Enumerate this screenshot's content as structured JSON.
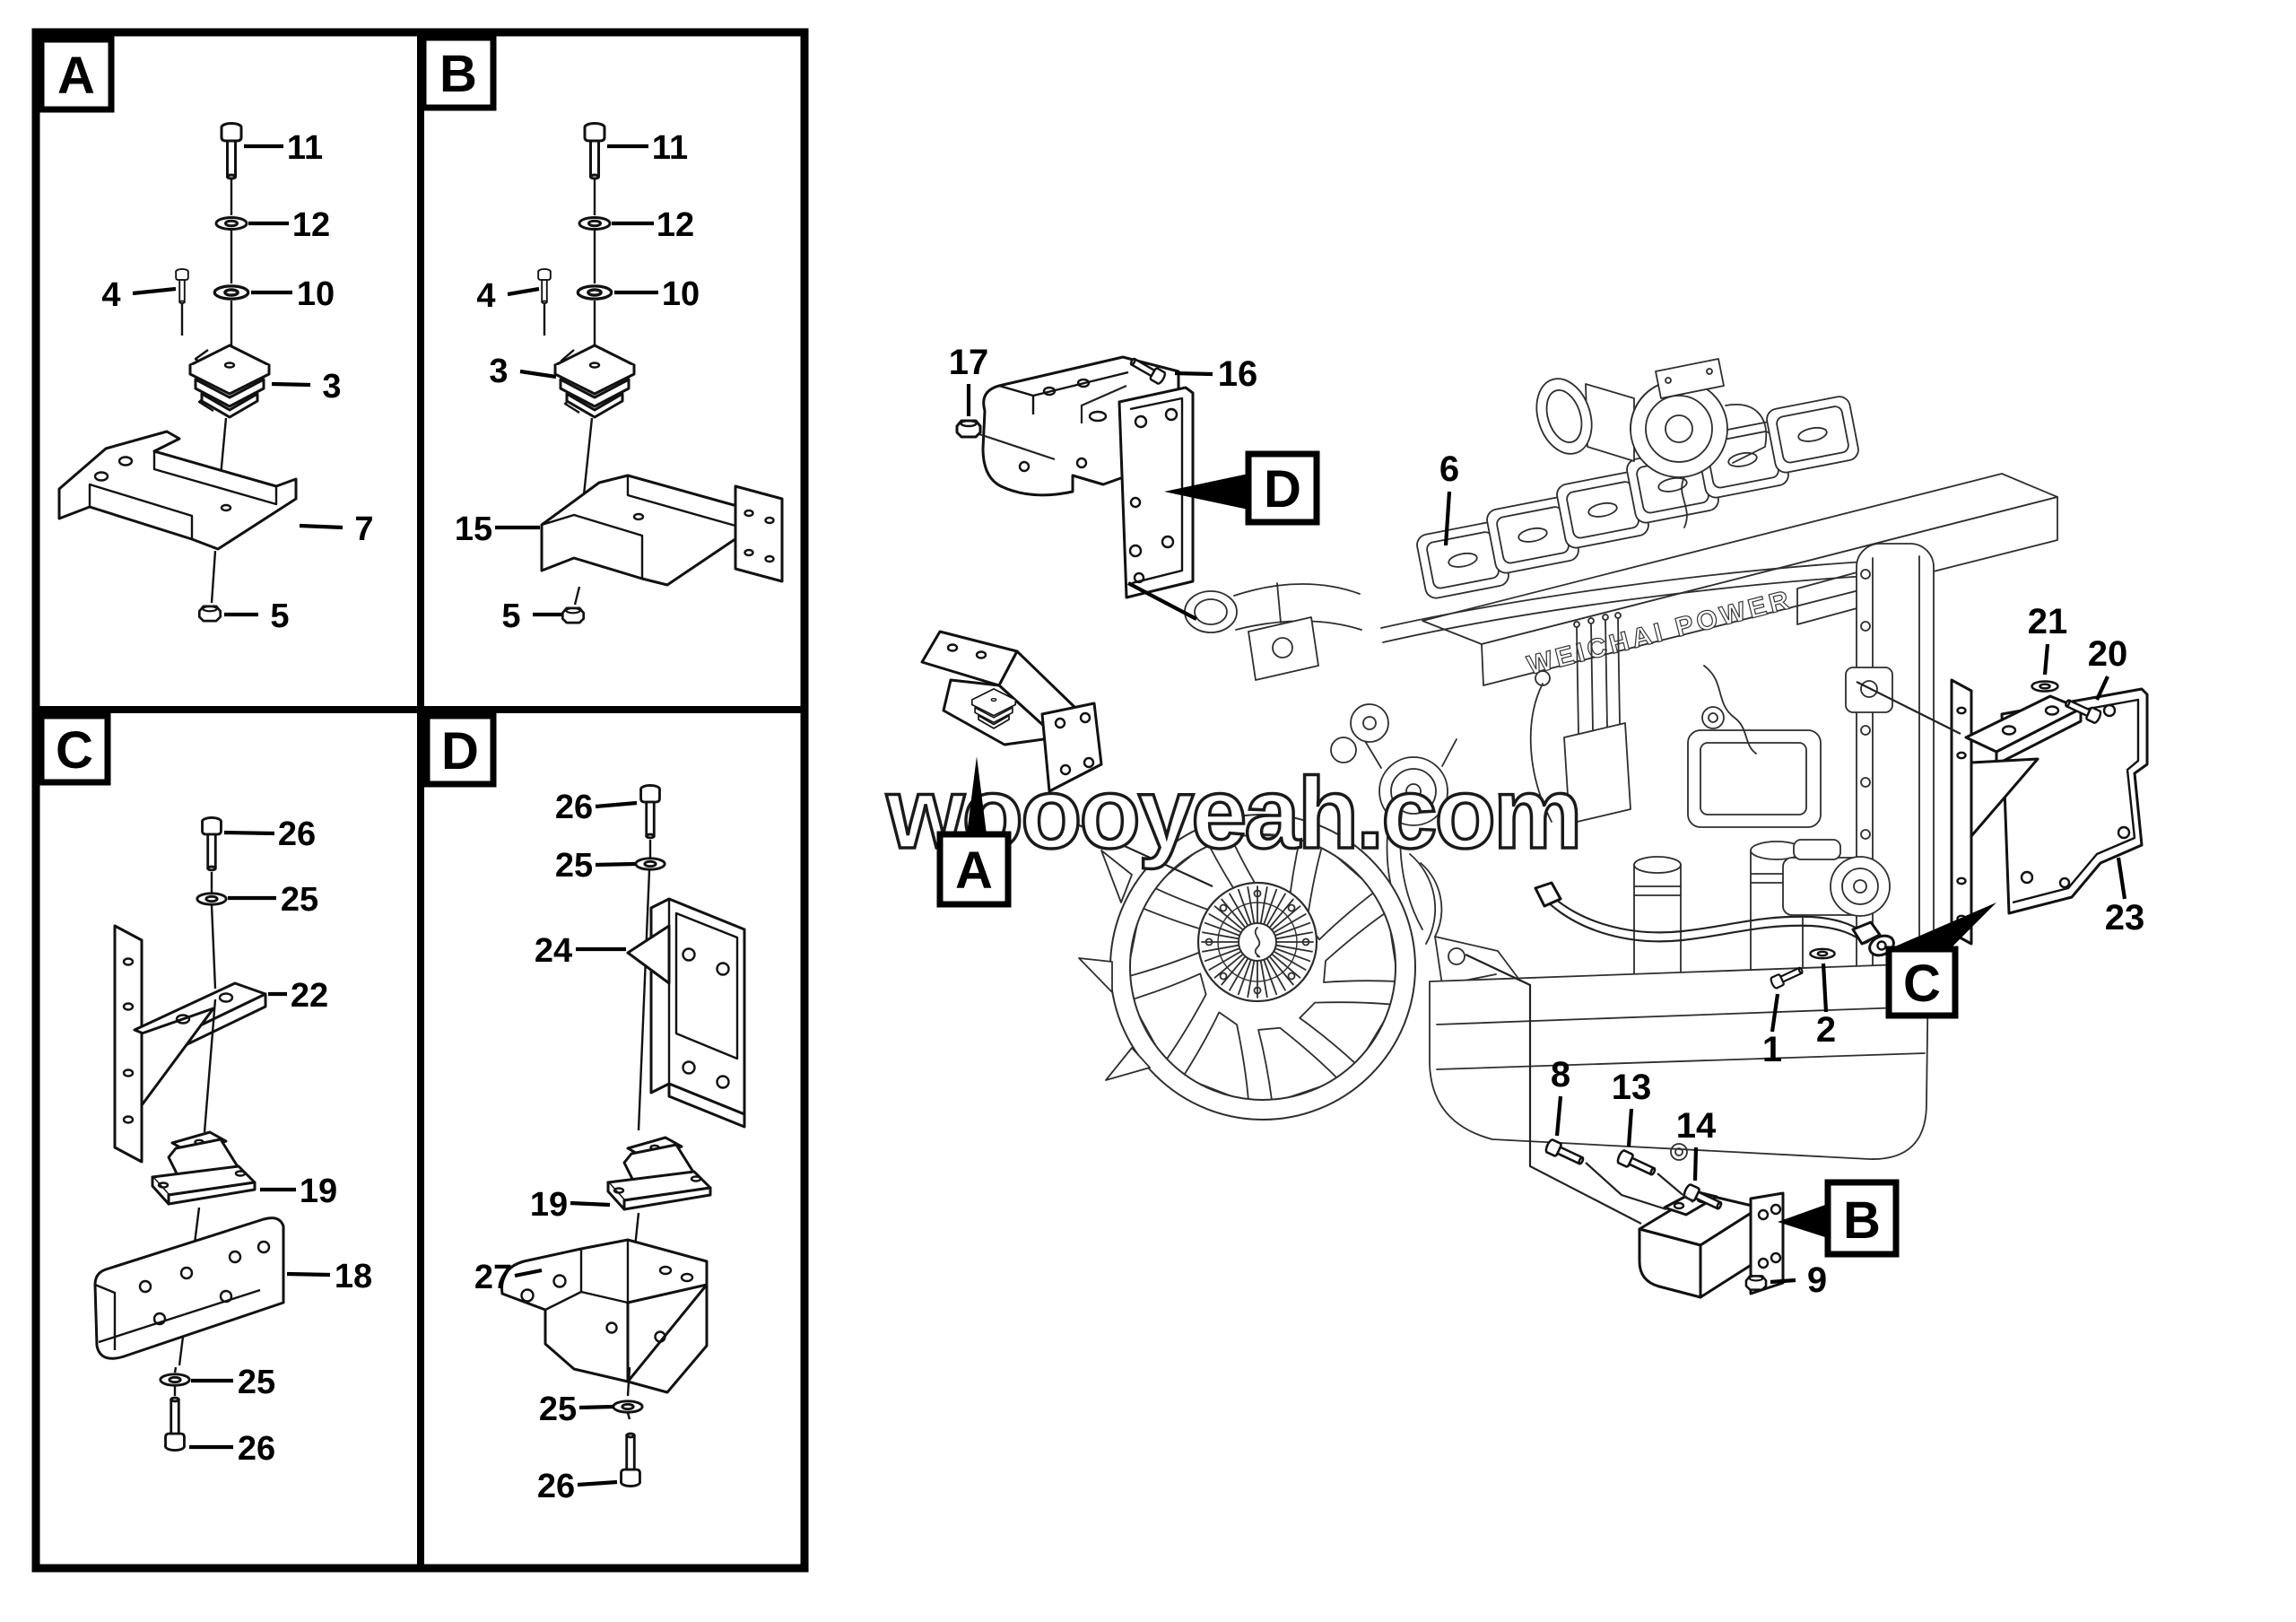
{
  "watermark": {
    "text": "woooyeah.com"
  },
  "engine": {
    "brand_text": "WEICHAI POWER",
    "callout": "6"
  },
  "panel_a": {
    "letter": "A",
    "bolt_top": "11",
    "washer_upper": "12",
    "side_bolt": "4",
    "washer_lower": "10",
    "cushion": "3",
    "bracket": "7",
    "nut": "5"
  },
  "panel_b": {
    "letter": "B",
    "bolt_top": "11",
    "washer_upper": "12",
    "side_bolt": "4",
    "washer_lower": "10",
    "cushion": "3",
    "bracket": "15",
    "nut": "5"
  },
  "panel_c": {
    "letter": "C",
    "bolt_top": "26",
    "washer_top": "25",
    "angle_bracket": "22",
    "mount": "19",
    "plate_bracket": "18",
    "washer_bottom": "25",
    "bolt_bottom": "26"
  },
  "panel_d": {
    "letter": "D",
    "bolt_top": "26",
    "washer_top": "25",
    "tall_bracket": "24",
    "mount": "19",
    "channel_bracket": "27",
    "washer_bottom": "25",
    "bolt_bottom": "26"
  },
  "main": {
    "d_assembly": {
      "nut": "17",
      "bolt": "16",
      "ref_letter": "D"
    },
    "a_assembly": {
      "ref_letter": "A"
    },
    "c_assembly": {
      "washer": "21",
      "bolt": "20",
      "plate": "23",
      "ref_letter": "C"
    },
    "hose": {
      "bolt": "1",
      "washer": "2"
    },
    "b_assembly": {
      "bolt_left": "8",
      "bolt_mid": "13",
      "bolt_right": "14",
      "nut": "9",
      "ref_letter": "B"
    }
  }
}
